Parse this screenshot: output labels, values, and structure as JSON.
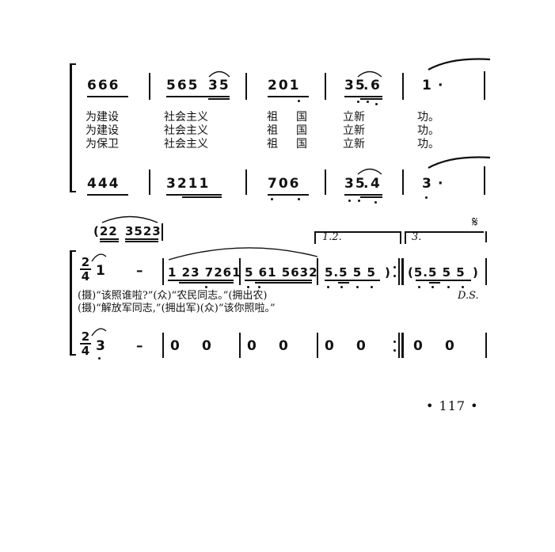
{
  "system1": {
    "top": {
      "m1": "666",
      "m2": "565",
      "m2b": "35",
      "m3": "201",
      "m4": "35",
      "m4b": "6",
      "m4dot": ".",
      "m5": "1",
      "m5dot": "·"
    },
    "lyrics": [
      {
        "a": "为建设",
        "b": "社会主义",
        "c": "祖",
        "d": "国",
        "e": "立新",
        "f": "功。"
      },
      {
        "a": "为建设",
        "b": "社会主义",
        "c": "祖",
        "d": "国",
        "e": "立新",
        "f": "功。"
      },
      {
        "a": "为保卫",
        "b": "社会主义",
        "c": "祖",
        "d": "国",
        "e": "立新",
        "f": "功。"
      }
    ],
    "bottom": {
      "m1": "444",
      "m2": "3211",
      "m3": "706",
      "m4": "35",
      "m4dot": ".",
      "m4b": "4",
      "m5": "3",
      "m5dot": "·"
    }
  },
  "system2": {
    "grace": {
      "a": "(22",
      "b": "3523"
    },
    "time_sig": {
      "num": "2",
      "den": "4"
    },
    "top": {
      "m1a": "1",
      "m1b": "–",
      "m2": "1 23 7261",
      "m3": "5 61 5632",
      "m4": "5.5 5 5",
      "m4close": ")",
      "m5": "(5.5 5 5",
      "m5close": ")"
    },
    "volta": {
      "first": "1.2.",
      "third": "3."
    },
    "segno": "𝄋",
    "ds": "D.S.",
    "speech": [
      "(摄)“该照谁啦?”(众)“农民同志。”(拥出农)",
      "(摄)“解放军同志,”(拥出军)(众)“该你照啦。”"
    ],
    "bottom": {
      "m1a": "3",
      "m1b": "–",
      "m2a": "0",
      "m2b": "0",
      "m3a": "0",
      "m3b": "0",
      "m4a": "0",
      "m4b": "0",
      "m5a": "0",
      "m5b": "0"
    }
  },
  "page_number": "• 117 •"
}
